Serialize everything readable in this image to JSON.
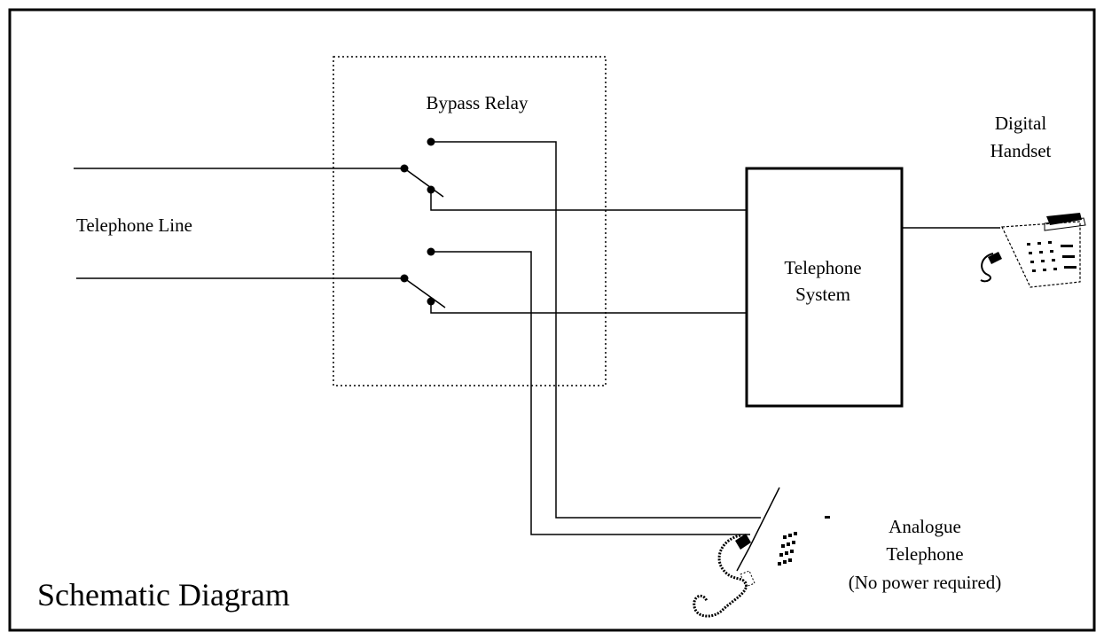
{
  "labels": {
    "bypass_relay": "Bypass Relay",
    "telephone_line": "Telephone Line",
    "telephone_system_line1": "Telephone",
    "telephone_system_line2": "System",
    "digital_handset_line1": "Digital",
    "digital_handset_line2": "Handset",
    "analogue_line1": "Analogue",
    "analogue_line2": "Telephone",
    "analogue_line3": "(No power required)",
    "diagram_title": "Schematic Diagram"
  },
  "colors": {
    "line": "#000000",
    "background": "#ffffff"
  },
  "icons": {
    "digital_handset": "desk-phone-icon",
    "analogue_telephone": "corded-phone-icon"
  }
}
